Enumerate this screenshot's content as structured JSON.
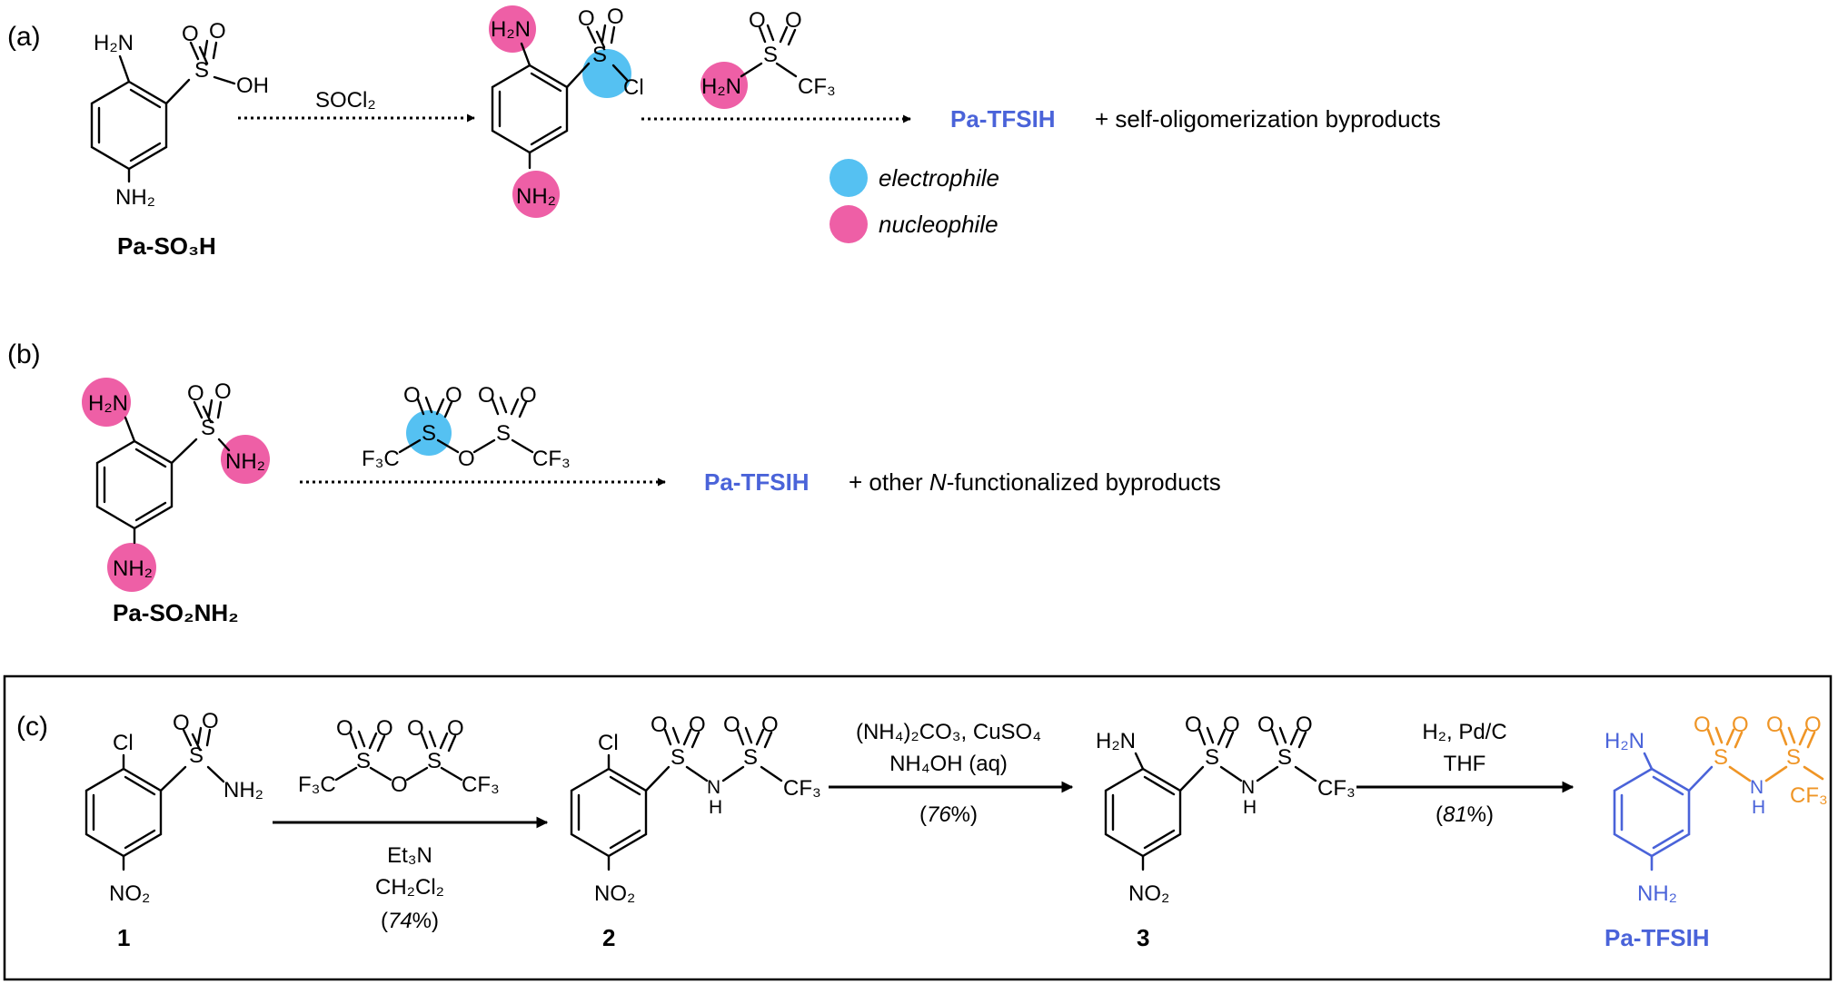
{
  "panels": {
    "a": "(a)",
    "b": "(b)",
    "c": "(c)"
  },
  "panel_a": {
    "reagent": "SOCl₂",
    "start_name": "Pa-SO₃H",
    "product": "Pa-TFSIH",
    "product_rest": "+ self-oligomerization byproducts",
    "legend_electrophile": "electrophile",
    "legend_nucleophile": "nucleophile",
    "colors": {
      "electrophile": "#55c1f2",
      "nucleophile": "#ee5fa6"
    }
  },
  "panel_b": {
    "start_name": "Pa-SO₂NH₂",
    "product": "Pa-TFSIH",
    "product_rest_pre": "+ other ",
    "product_rest_italic": "N",
    "product_rest_post": "-functionalized byproducts"
  },
  "panel_c": {
    "compounds": [
      "1",
      "2",
      "3",
      "Pa-TFSIH"
    ],
    "step1": {
      "line1": "Et₃N",
      "line2": "CH₂Cl₂",
      "yield_open": "(",
      "yield": "74",
      "yield_close": "%)"
    },
    "step2": {
      "line1": "(NH₄)₂CO₃, CuSO₄",
      "line2": "NH₄OH (aq)",
      "yield_open": "(",
      "yield": "76",
      "yield_close": "%)"
    },
    "step3": {
      "line1": "H₂, Pd/C",
      "line2": "THF",
      "yield_open": "(",
      "yield": "81",
      "yield_close": "%)"
    },
    "colors": {
      "aryl": "#4a63d9",
      "tfsi": "#ef9526"
    }
  },
  "atoms": {
    "H2N": "H₂N",
    "NH2": "NH₂",
    "NO2": "NO₂",
    "CF3": "CF₃",
    "F3C": "F₃C",
    "S": "S",
    "O": "O",
    "OH": "OH",
    "Cl": "Cl",
    "N": "N",
    "H": "H"
  }
}
